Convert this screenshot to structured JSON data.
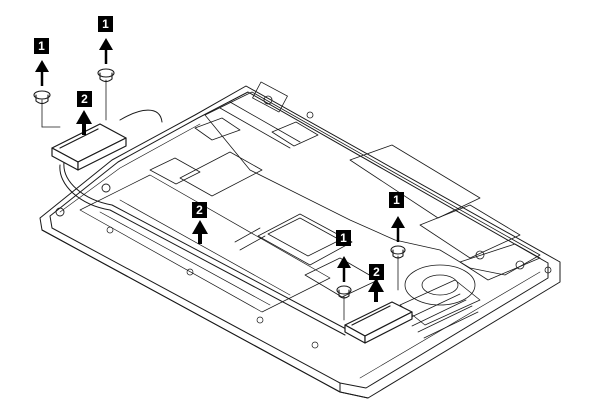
{
  "diagram": {
    "colors": {
      "line": "#1a1a1a",
      "background": "#ffffff",
      "callout_bg": "#000000",
      "callout_text": "#ffffff"
    },
    "callouts": [
      {
        "id": "c1a",
        "label": "1"
      },
      {
        "id": "c1b",
        "label": "1"
      },
      {
        "id": "c2a",
        "label": "2"
      },
      {
        "id": "c2b",
        "label": "2"
      },
      {
        "id": "c1c",
        "label": "1"
      },
      {
        "id": "c1d",
        "label": "1"
      },
      {
        "id": "c2c",
        "label": "2"
      }
    ]
  }
}
